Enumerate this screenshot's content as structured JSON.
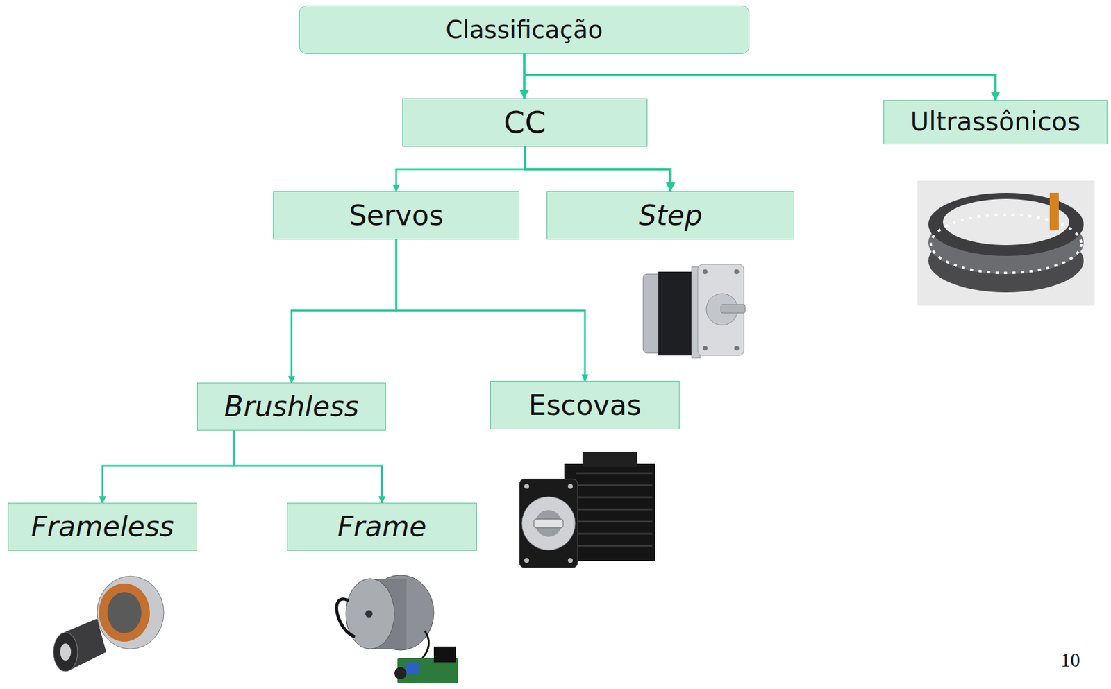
{
  "diagram": {
    "nodes": [
      {
        "text": [
          "Classificação"
        ]
      },
      {
        "text": [
          "CC"
        ]
      },
      {
        "text": [
          "Ultrassônicos"
        ]
      },
      {
        "text": [
          "Servos"
        ]
      },
      {
        "text": [
          "Step"
        ]
      },
      {
        "text": [
          "Brushless"
        ]
      },
      {
        "text": [
          "Escovas"
        ]
      },
      {
        "text": [
          "Frameless"
        ]
      },
      {
        "text": [
          "Frame"
        ]
      }
    ],
    "edges": [
      {
        "from": 0,
        "to": 1,
        "arrow": "to"
      },
      {
        "from": 0,
        "to": 2,
        "arrow": "to"
      },
      {
        "from": 1,
        "to": 3,
        "arrow": "to"
      },
      {
        "from": 1,
        "to": 4,
        "arrow": "to"
      },
      {
        "from": 3,
        "to": 5,
        "arrow": "to"
      },
      {
        "from": 3,
        "to": 6,
        "arrow": "to"
      },
      {
        "from": 5,
        "to": 7,
        "arrow": "to"
      },
      {
        "from": 5,
        "to": 8,
        "arrow": "to"
      }
    ],
    "labels": [
      "10"
    ]
  }
}
